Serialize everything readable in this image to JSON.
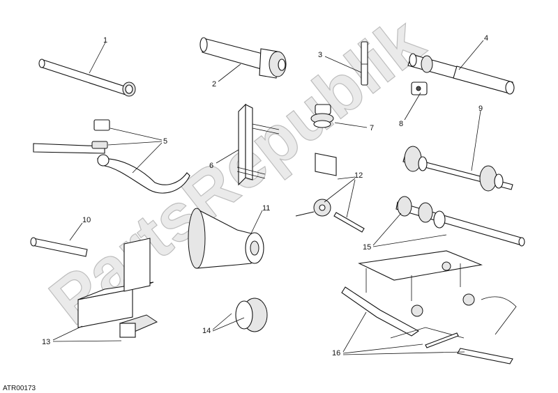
{
  "watermark": "PartsRepublik",
  "drawing_ref": "ATR00173",
  "callouts": {
    "c1": "1",
    "c2": "2",
    "c3": "3",
    "c4": "4",
    "c5": "5",
    "c6": "6",
    "c7": "7",
    "c8": "8",
    "c9": "9",
    "c10": "10",
    "c11": "11",
    "c12": "12",
    "c13": "13",
    "c14": "14",
    "c15": "15",
    "c16": "16"
  }
}
